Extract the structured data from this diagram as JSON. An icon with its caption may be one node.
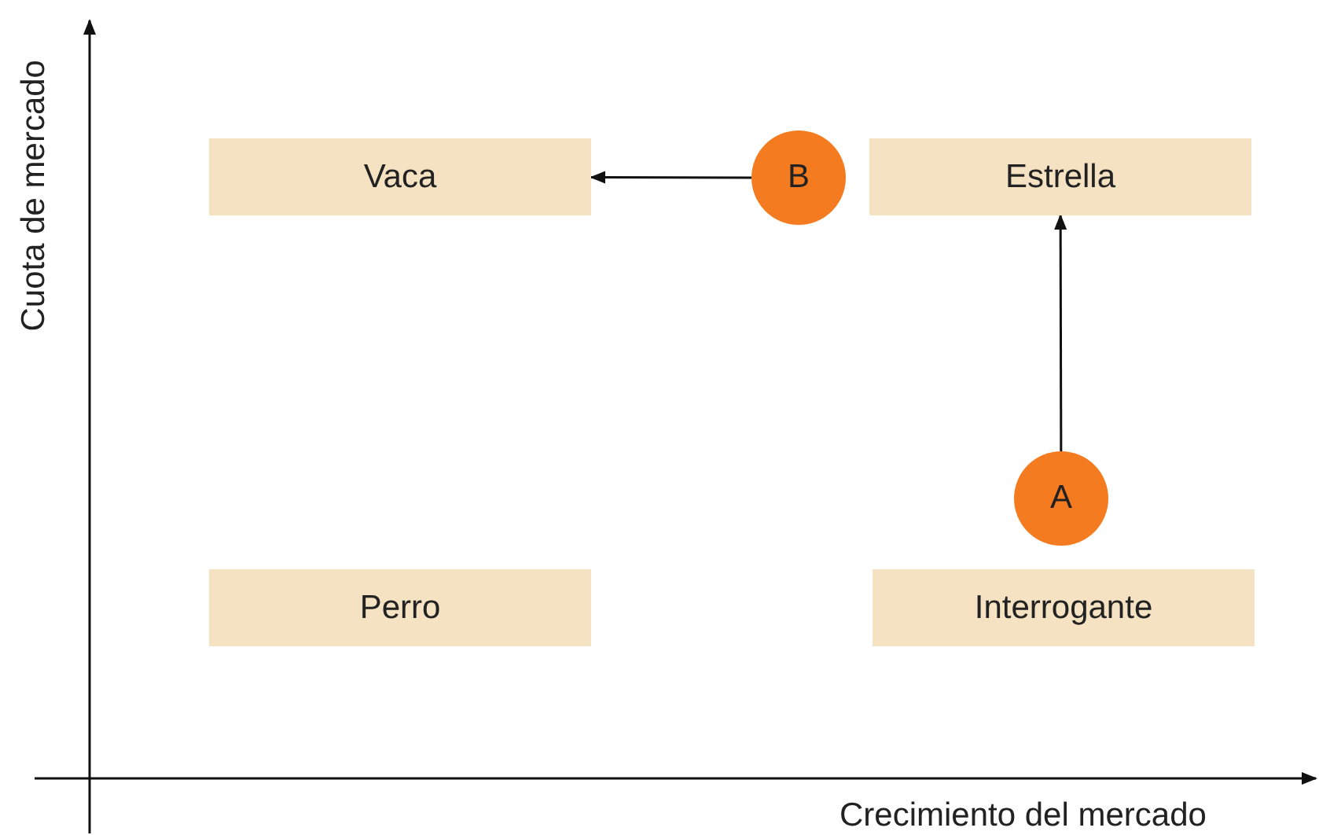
{
  "diagram": {
    "nodes": [
      {
        "text": [
          "Vaca"
        ]
      },
      {
        "text": [
          "B"
        ]
      },
      {
        "text": [
          "Estrella"
        ]
      },
      {
        "text": [
          "A"
        ]
      },
      {
        "text": [
          "Perro"
        ]
      },
      {
        "text": [
          "Interrogante"
        ]
      }
    ],
    "edges": [
      {
        "from": 1,
        "to": 0,
        "arrow": "to"
      },
      {
        "from": 3,
        "to": 2,
        "arrow": "to"
      }
    ],
    "labels": [
      "Cuota de mercado",
      "Crecimiento del mercado"
    ]
  }
}
